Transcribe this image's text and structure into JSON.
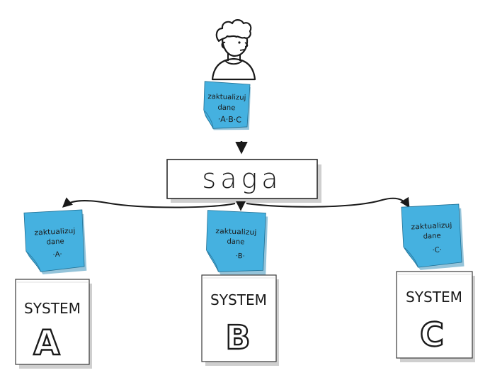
{
  "diagram": {
    "orchestrator_label": "saga",
    "top_note": {
      "line1": "zaktualizuj",
      "line2": "dane",
      "line3": "·A·B·C"
    },
    "notes": [
      {
        "line1": "zaktualizuj",
        "line2": "dane",
        "line3": "·A·"
      },
      {
        "line1": "zaktualizuj",
        "line2": "dane",
        "line3": "·B·"
      },
      {
        "line1": "zaktualizuj",
        "line2": "dane",
        "line3": "·C·"
      }
    ],
    "systems": [
      {
        "title": "SYSTEM",
        "letter": "A"
      },
      {
        "title": "SYSTEM",
        "letter": "B"
      },
      {
        "title": "SYSTEM",
        "letter": "C"
      }
    ]
  },
  "colors": {
    "note_fill": "#45b1e0",
    "note_shadow": "#3e94bc",
    "ink": "#1a1a1a",
    "paper": "#ffffff",
    "paper_shadow": "#cfcfcf"
  }
}
